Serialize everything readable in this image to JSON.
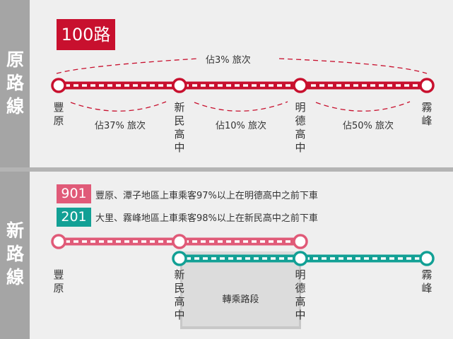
{
  "colors": {
    "route_100": "#c8102e",
    "route_901": "#e05a78",
    "route_201": "#12a095",
    "sidebar": "#a5a5a5",
    "background": "#efefef",
    "transfer_box": "#dcdcdc"
  },
  "original": {
    "section_label": "原路線",
    "route_badge": "100路",
    "stations": [
      "豐原",
      "新民高中",
      "明德高中",
      "霧峰"
    ],
    "overall_share": "佔3% 旅次",
    "segment_shares": [
      "佔37% 旅次",
      "佔10% 旅次",
      "佔50% 旅次"
    ]
  },
  "new": {
    "section_label": "新路線",
    "routes": [
      {
        "number": "901",
        "description": "豐原、潭子地區上車乘客97%以上在明德高中之前下車"
      },
      {
        "number": "201",
        "description": "大里、霧峰地區上車乘客98%以上在新民高中之前下車"
      }
    ],
    "stations": [
      "豐原",
      "新民高中",
      "明德高中",
      "霧峰"
    ],
    "transfer_label": "轉乘路段"
  }
}
